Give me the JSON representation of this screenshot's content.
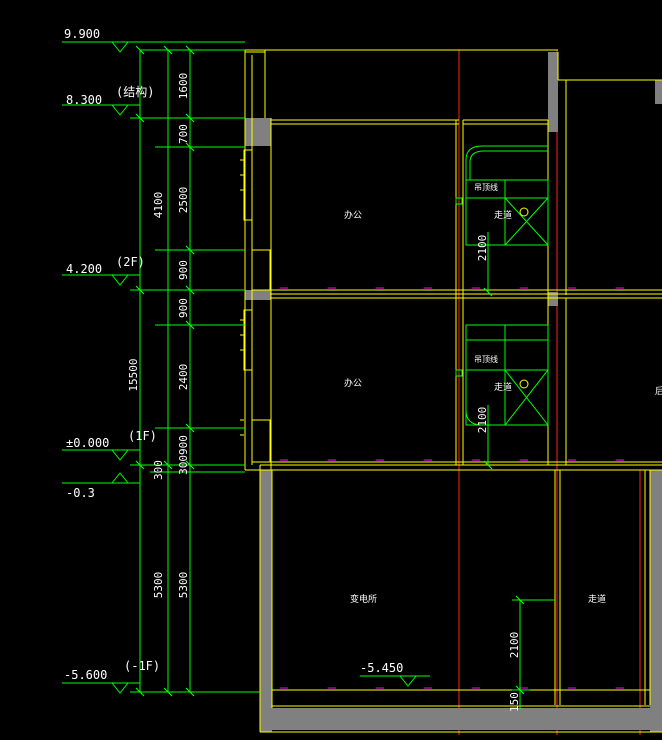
{
  "levels": {
    "l_9900": "9.900",
    "l_8300": "8.300",
    "l_8300_note": "(结构)",
    "l_4200": "4.200",
    "l_4200_note": "(2F)",
    "l_0000": "±0.000",
    "l_0000_note": "(1F)",
    "l_m03": "-0.3",
    "l_m5600": "-5.600",
    "l_m5600_note": "(-1F)",
    "l_m5450": "-5.450"
  },
  "dims_outer": {
    "d_4100": "4100",
    "d_15500": "15500",
    "d_5300": "5300",
    "d_300": "300"
  },
  "dims_inner": {
    "d_1600": "1600",
    "d_700": "700",
    "d_2500": "2500",
    "d_900a": "900",
    "d_900b": "900",
    "d_2400": "2400",
    "d_300900": "300900",
    "d_5300": "5300"
  },
  "dims_room": {
    "d_2100a": "2100",
    "d_2100b": "2100",
    "d_2100c": "2100",
    "d_150": "150"
  },
  "rooms": {
    "office_2f": "办公",
    "office_1f": "办公",
    "substation": "变电所",
    "corridor_b1": "走道",
    "corridor_2f": "走道",
    "corridor_1f": "走道",
    "hanging_line_2f": "吊顶线",
    "hanging_line_1f": "吊顶线",
    "edge_fragment": "后"
  },
  "colors": {
    "background": "#000000",
    "wall": "#ffff00",
    "dimension": "#00ff00",
    "grid": "#ff0000",
    "text": "#ffffff",
    "fill": "#808080",
    "dashed": "#ff00ff"
  }
}
